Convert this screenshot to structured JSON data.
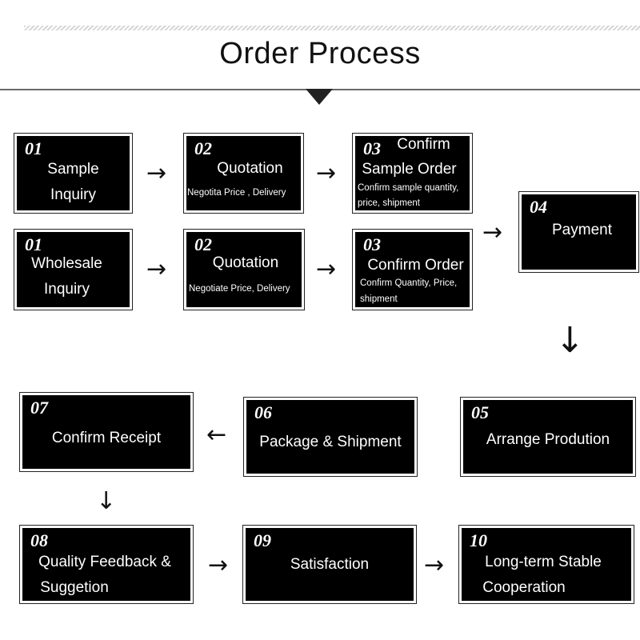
{
  "title": "Order Process",
  "steps": {
    "sample_inquiry": {
      "num": "01",
      "lines": [
        "Sample",
        "Inquiry"
      ]
    },
    "sample_quotation": {
      "num": "02",
      "title": "Quotation",
      "detail": "Negotita Price , Delivery"
    },
    "confirm_sample": {
      "num": "03",
      "title_line1": "Confirm",
      "title_line2": "Sample Order",
      "detail_line1": "Confirm  sample quantity,",
      "detail_line2": "price, shipment"
    },
    "wholesale_inquiry": {
      "num": "01",
      "lines": [
        "Wholesale",
        "Inquiry"
      ]
    },
    "wholesale_quotation": {
      "num": "02",
      "title": "Quotation",
      "detail": "Negotiate Price, Delivery"
    },
    "confirm_order": {
      "num": "03",
      "title": "Confirm Order",
      "detail_line1": "Confirm Quantity, Price,",
      "detail_line2": "shipment"
    },
    "payment": {
      "num": "04",
      "title": "Payment"
    },
    "production": {
      "num": "05",
      "title": "Arrange Prodution"
    },
    "shipment": {
      "num": "06",
      "title": "Package & Shipment"
    },
    "receipt": {
      "num": "07",
      "title": "Confirm Receipt"
    },
    "feedback": {
      "num": "08",
      "lines": [
        "Quality Feedback &",
        "Suggetion"
      ]
    },
    "satisfaction": {
      "num": "09",
      "title": "Satisfaction"
    },
    "cooperation": {
      "num": "10",
      "lines": [
        "Long-term Stable",
        "Cooperation"
      ]
    }
  },
  "arrows": {
    "right": "→",
    "left": "←",
    "down": "↓"
  }
}
